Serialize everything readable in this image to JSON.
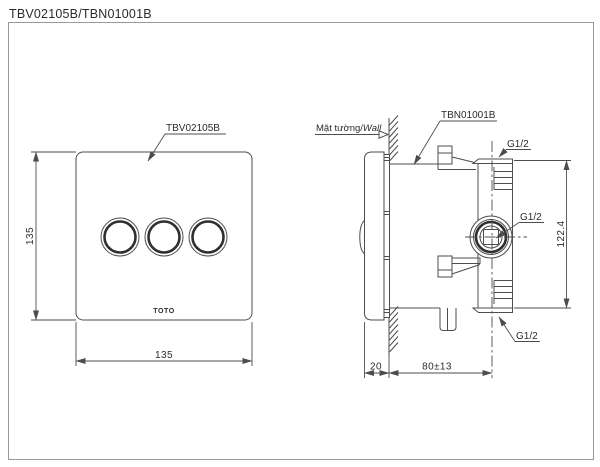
{
  "title": "TBV02105B/TBN01001B",
  "colors": {
    "line": "#4d4d4d",
    "line_dark": "#2f2f2f",
    "text": "#2b2b2b",
    "border": "#999999",
    "background": "#ffffff"
  },
  "front_view": {
    "part_label": "TBV02105B",
    "logo": "TOTO",
    "dim_width": "135",
    "dim_height": "135",
    "button_count": 3
  },
  "side_view": {
    "part_label": "TBN01001B",
    "wall_label_vi": "Mặt tường/",
    "wall_label_en": "Wall",
    "dim_height": "122.4",
    "dim_plate_to_wall": "20",
    "dim_embed_depth": "80±13",
    "port_top_label": "G1/2",
    "port_middle_label": "G1/2",
    "port_bottom_label": "G1/2"
  }
}
